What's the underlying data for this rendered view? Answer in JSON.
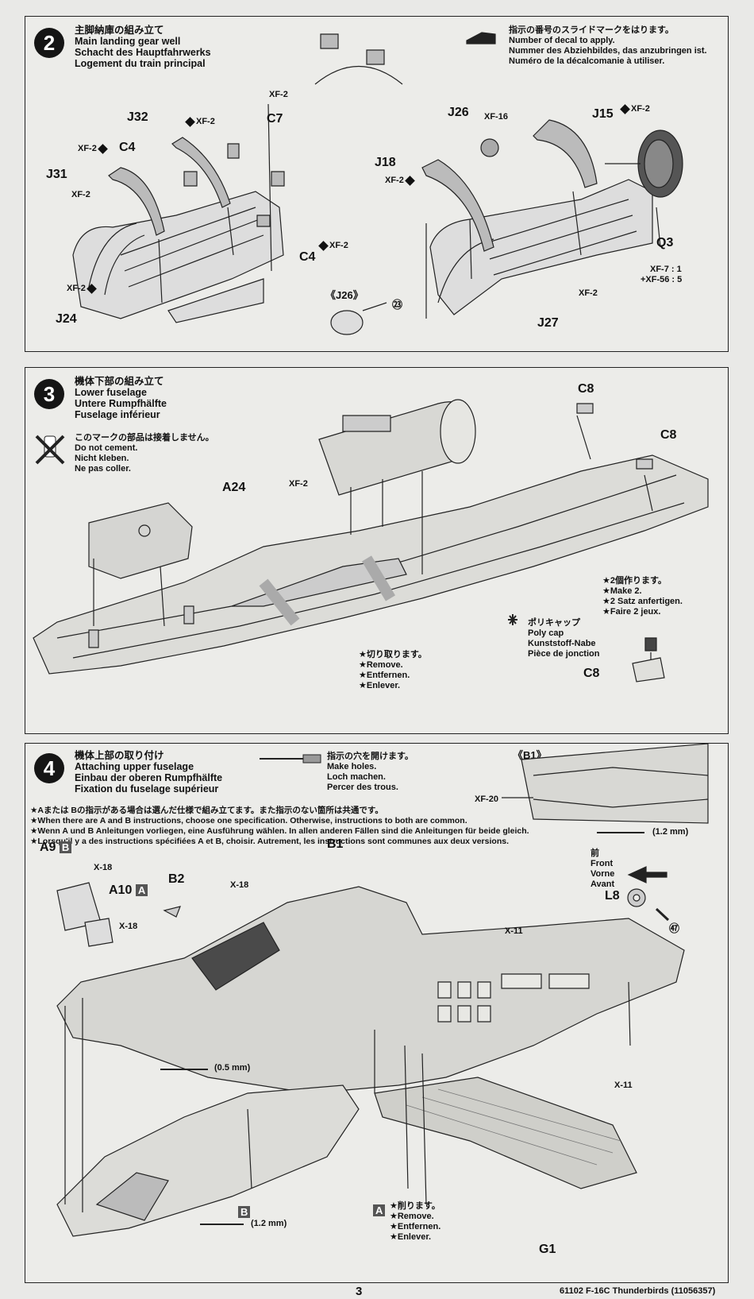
{
  "step2": {
    "number": "2",
    "title_jp": "主脚納庫の組み立て",
    "title_en": "Main landing gear well",
    "title_de": "Schacht des Hauptfahrwerks",
    "title_fr": "Logement du train principal",
    "decal_note": {
      "jp": "指示の番号のスライドマークをはります。",
      "en": "Number of decal to apply.",
      "de": "Nummer des Abziehbildes, das anzubringen ist.",
      "fr": "Numéro de la décalcomanie à utiliser."
    },
    "labels": {
      "j32": "J32",
      "c7": "C7",
      "c4a": "C4",
      "j31": "J31",
      "c4b": "C4",
      "j24": "J24",
      "j26": "J26",
      "j15": "J15",
      "j18": "J18",
      "q3": "Q3",
      "j27": "J27",
      "j26_detail": "《J26》",
      "decal23": "㉓"
    },
    "paints": {
      "xf2": "XF-2",
      "xf16": "XF-16",
      "q3_mix1": "XF-7 : 1",
      "q3_mix2": "+XF-56 : 5"
    }
  },
  "step3": {
    "number": "3",
    "title_jp": "機体下部の組み立て",
    "title_en": "Lower fuselage",
    "title_de": "Untere Rumpfhälfte",
    "title_fr": "Fuselage inférieur",
    "no_cement": {
      "jp": "このマークの部品は接着しません。",
      "en": "Do not cement.",
      "de": "Nicht kleben.",
      "fr": "Ne pas coller."
    },
    "labels": {
      "a24": "A24",
      "c8a": "C8",
      "c8b": "C8",
      "c8c": "C8",
      "xf2": "XF-2"
    },
    "make2": {
      "jp": "★2個作ります。",
      "en": "★Make 2.",
      "de": "★2 Satz anfertigen.",
      "fr": "★Faire 2 jeux."
    },
    "polycap": {
      "jp": "ポリキャップ",
      "en": "Poly cap",
      "de": "Kunststoff-Nabe",
      "fr": "Pièce de jonction"
    },
    "remove": {
      "jp": "★切り取ります。",
      "en": "★Remove.",
      "de": "★Entfernen.",
      "fr": "★Enlever."
    }
  },
  "step4": {
    "number": "4",
    "title_jp": "機体上部の取り付け",
    "title_en": "Attaching upper fuselage",
    "title_de": "Einbau der oberen Rumpfhälfte",
    "title_fr": "Fixation du fuselage supérieur",
    "holes": {
      "jp": "指示の穴を開けます。",
      "en": "Make holes.",
      "de": "Loch machen.",
      "fr": "Percer des trous."
    },
    "spec_note": {
      "jp": "★Aまたは Bの指示がある場合は選んだ仕様で組み立てます。また指示のない箇所は共通です。",
      "en": "★When there are A and B instructions, choose one specification. Otherwise, instructions to both are common.",
      "de": "★Wenn A und B Anleitungen vorliegen, eine Ausführung wählen. In allen anderen Fällen sind die Anleitungen für beide gleich.",
      "fr": "★Lorsqu'il y a des instructions spécifiées A et B, choisir. Autrement, les instructions sont communes aux deux versions."
    },
    "labels": {
      "b1_detail": "《B1》",
      "xf20": "XF-20",
      "hole_12a": "(1.2 mm)",
      "a9": "A9",
      "a10": "A10",
      "b2": "B2",
      "b1": "B1",
      "l8": "L8",
      "g1": "G1",
      "x18a": "X-18",
      "x18b": "X-18",
      "x18c": "X-18",
      "x11a": "X-11",
      "x11b": "X-11",
      "hole_05": "(0.5 mm)",
      "hole_12b": "(1.2 mm)",
      "box_a": "A",
      "box_b": "B",
      "decal47": "㊼"
    },
    "front": {
      "jp": "前",
      "en": "Front",
      "de": "Vorne",
      "fr": "Avant"
    },
    "remove": {
      "jp": "★削ります。",
      "en": "★Remove.",
      "de": "★Entfernen.",
      "fr": "★Enlever."
    }
  },
  "footer": {
    "page": "3",
    "product": "61102 F-16C Thunderbirds (11056357)"
  }
}
